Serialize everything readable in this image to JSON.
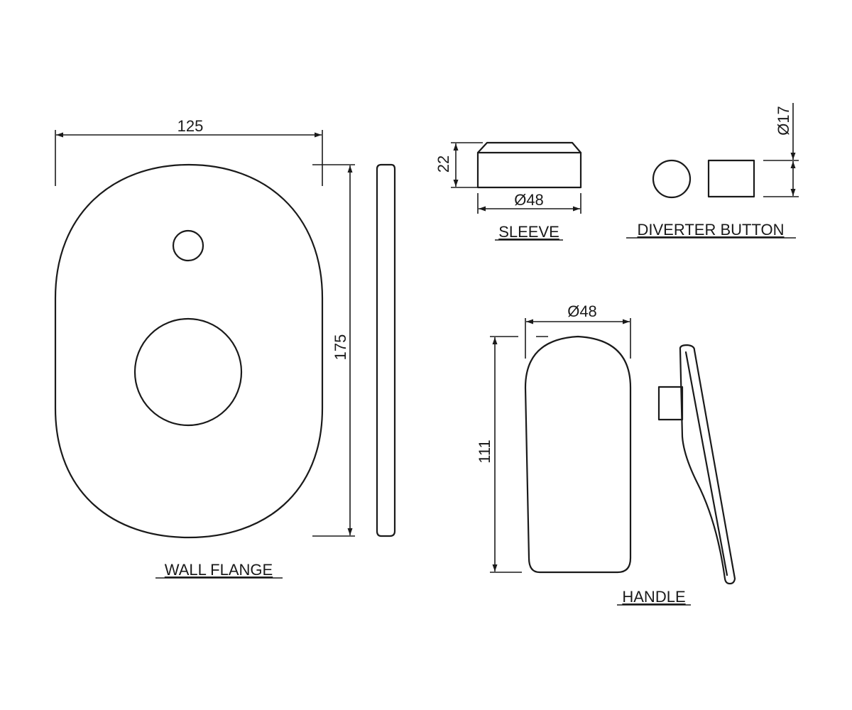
{
  "labels": {
    "wall_flange": "WALL FLANGE",
    "sleeve": "SLEEVE",
    "diverter_button": "DIVERTER BUTTON",
    "handle": "HANDLE"
  },
  "dimensions": {
    "flange_width": "125",
    "flange_height": "175",
    "sleeve_height": "22",
    "sleeve_diameter": "Ø48",
    "button_diameter": "Ø17",
    "handle_width": "Ø48",
    "handle_height": "111"
  }
}
